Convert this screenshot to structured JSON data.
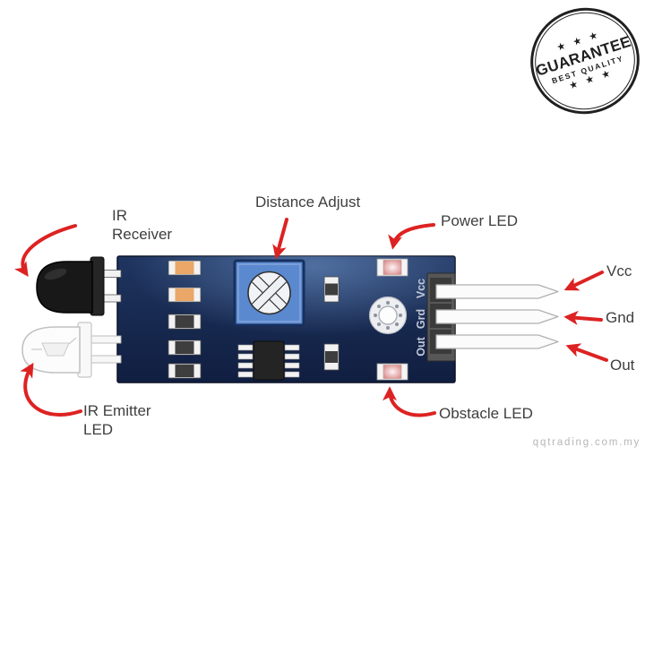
{
  "badge": {
    "stars_top": "★ ★ ★",
    "title": "GUARANTEE",
    "subtitle": "BEST QUALITY",
    "stars_bottom": "★ ★ ★"
  },
  "labels": {
    "ir_receiver": "IR\nReceiver",
    "distance_adjust": "Distance Adjust",
    "power_led": "Power LED",
    "vcc": "Vcc",
    "gnd": "Gnd",
    "out": "Out",
    "obstacle_led": "Obstacle LED",
    "ir_emitter": "IR Emitter\nLED"
  },
  "board_silk": {
    "vcc": "Vcc",
    "gnd": "Grd",
    "out": "Out"
  },
  "watermark": "qqtrading.com.my",
  "colors": {
    "arrow": "#dd2222",
    "board_dark": "#101e40",
    "board_light": "#1f3560",
    "pot_blue": "#5b89cf",
    "resistor_orange": "#eaa768",
    "label_text": "#3e3e3e",
    "badge_ink": "#202020",
    "watermark_text": "#b6b6b6",
    "silk_text": "#c3c9d6"
  }
}
